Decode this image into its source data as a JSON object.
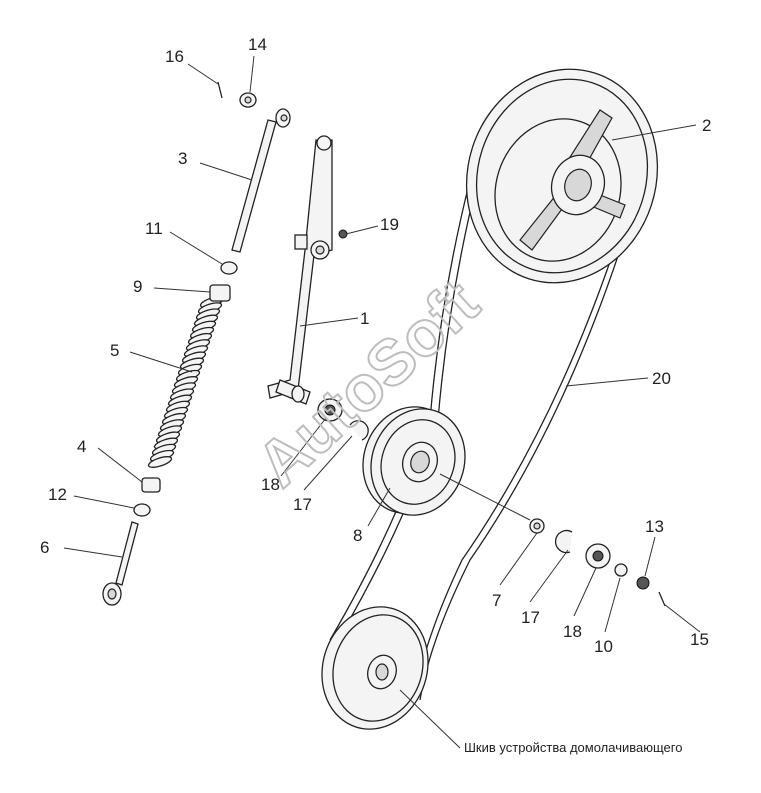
{
  "diagram": {
    "watermark": "AutoSoft",
    "caption": "Шкив устройства домолачивающего",
    "labels": {
      "p1": "1",
      "p2": "2",
      "p3": "3",
      "p4": "4",
      "p5": "5",
      "p6": "6",
      "p7": "7",
      "p8": "8",
      "p9": "9",
      "p10": "10",
      "p11": "11",
      "p12": "12",
      "p13": "13",
      "p14": "14",
      "p15": "15",
      "p16": "16",
      "p17a": "17",
      "p17b": "17",
      "p18a": "18",
      "p18b": "18",
      "p19": "19",
      "p20": "20"
    }
  }
}
